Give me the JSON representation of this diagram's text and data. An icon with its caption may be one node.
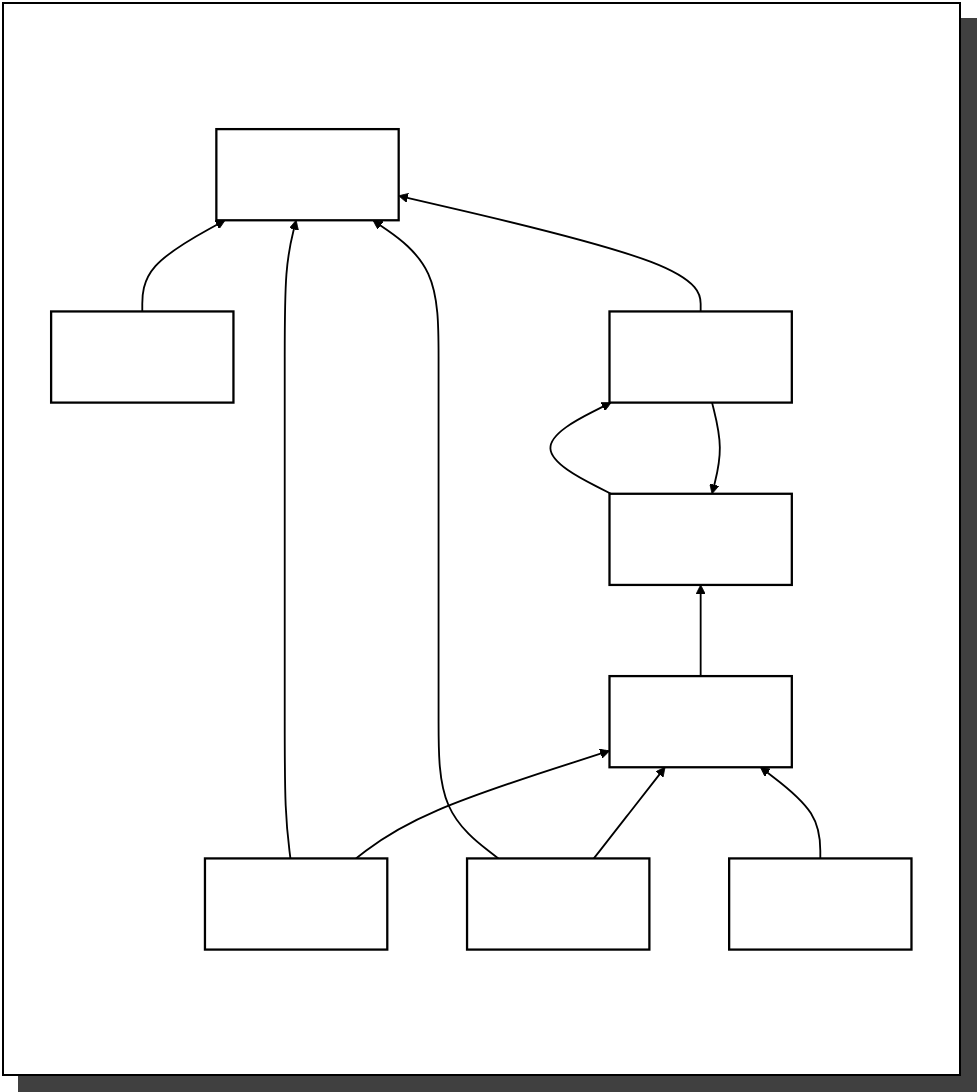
{
  "diagram": {
    "nodes": [
      {
        "text": [],
        "shape": "box"
      },
      {
        "text": [],
        "shape": "box"
      },
      {
        "text": [],
        "shape": "box"
      },
      {
        "text": [],
        "shape": "box"
      },
      {
        "text": [],
        "shape": "box"
      },
      {
        "text": [],
        "shape": "box"
      },
      {
        "text": [],
        "shape": "box"
      },
      {
        "text": [],
        "shape": "box"
      }
    ],
    "edges": [
      {
        "from": 6,
        "to": 0,
        "arrow": "to"
      },
      {
        "from": 3,
        "to": 0,
        "arrow": "to"
      },
      {
        "from": 1,
        "to": 0,
        "arrow": "to"
      },
      {
        "from": 2,
        "to": 0,
        "arrow": "to"
      },
      {
        "from": 3,
        "to": 4,
        "arrow": "to"
      },
      {
        "from": 4,
        "to": 3,
        "arrow": "to"
      },
      {
        "from": 2,
        "to": 5,
        "arrow": "to"
      },
      {
        "from": 5,
        "to": 4,
        "arrow": "to"
      },
      {
        "from": 6,
        "to": 5,
        "arrow": "to"
      },
      {
        "from": 7,
        "to": 5,
        "arrow": "to"
      }
    ]
  }
}
